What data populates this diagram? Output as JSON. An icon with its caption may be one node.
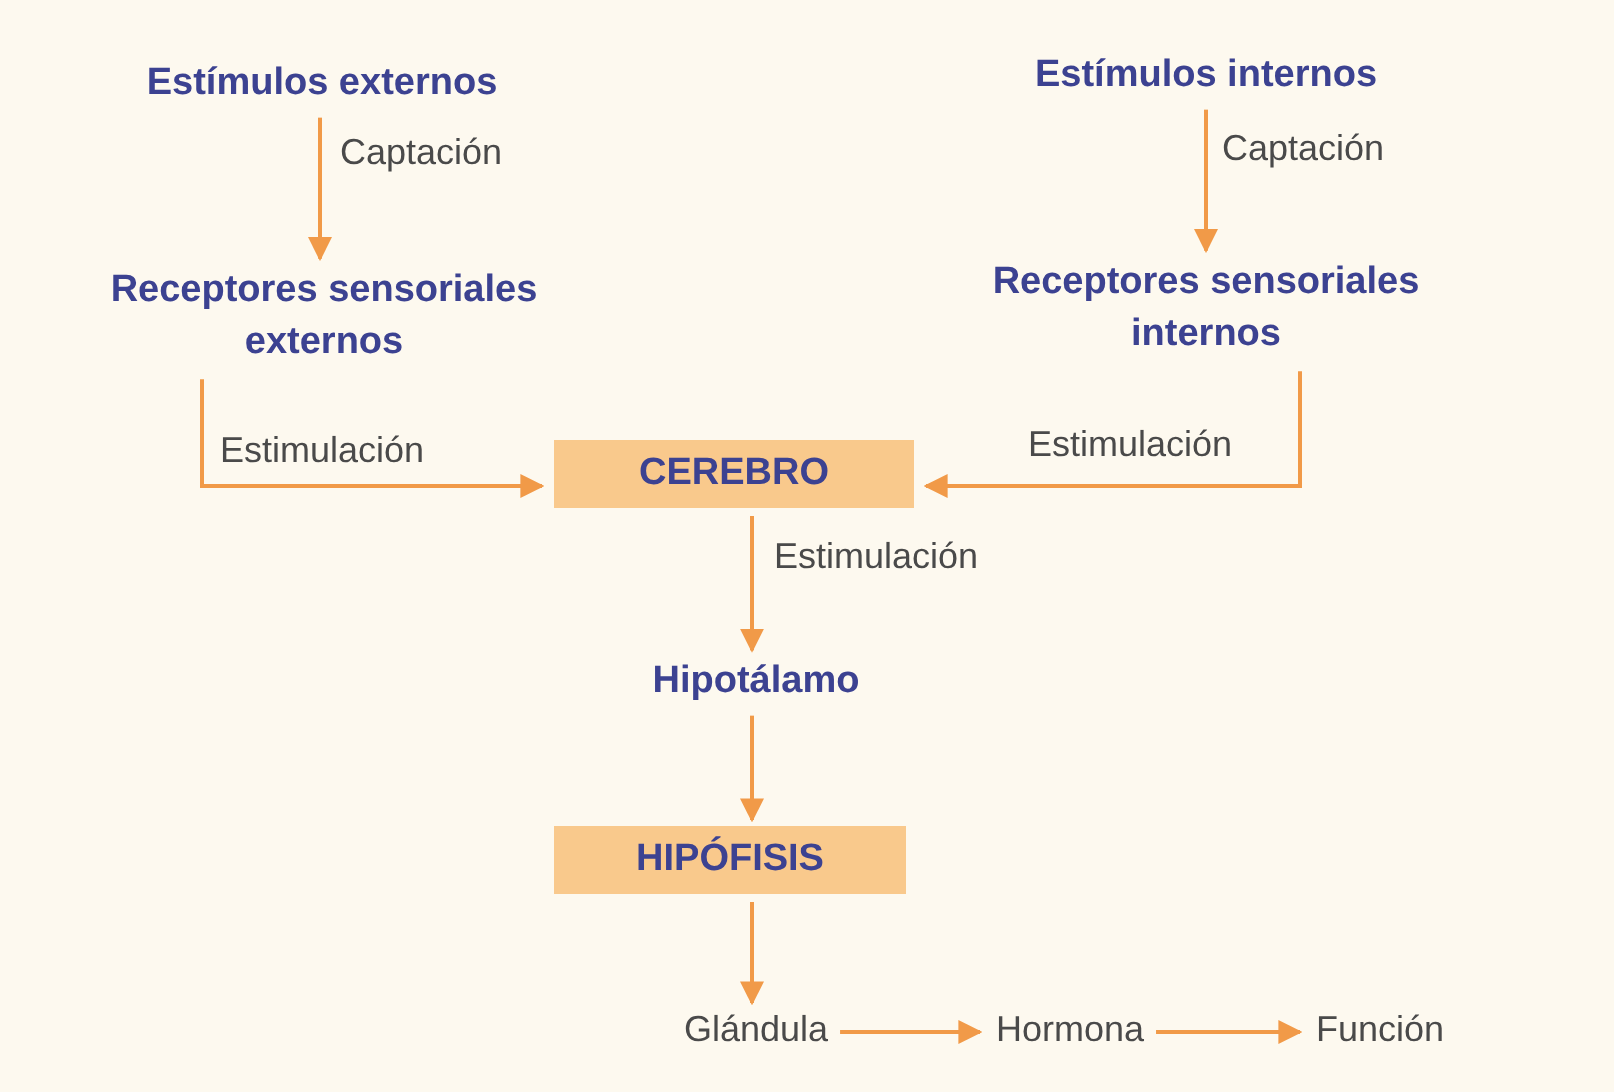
{
  "diagram": {
    "nodes": [
      {
        "text": [
          "Estímulos externos"
        ]
      },
      {
        "text": [
          "Receptores sensoriales externos"
        ]
      },
      {
        "text": [
          "Estímulos internos"
        ]
      },
      {
        "text": [
          "Receptores sensoriales internos"
        ]
      },
      {
        "text": [
          "CEREBRO"
        ]
      },
      {
        "text": [
          "Hipotálamo"
        ]
      },
      {
        "text": [
          "HIPÓFISIS"
        ]
      },
      {
        "text": [
          "Glándula"
        ]
      },
      {
        "text": [
          "Hormona"
        ]
      },
      {
        "text": [
          "Función"
        ]
      }
    ],
    "edges": [
      {
        "from": 0,
        "to": 1,
        "arrow": "to",
        "label": "Captación"
      },
      {
        "from": 2,
        "to": 3,
        "arrow": "to",
        "label": "Captación"
      },
      {
        "from": 1,
        "to": 4,
        "arrow": "to",
        "label": "Estimulación"
      },
      {
        "from": 3,
        "to": 4,
        "arrow": "to",
        "label": "Estimulación"
      },
      {
        "from": 4,
        "to": 5,
        "arrow": "to",
        "label": "Estimulación"
      },
      {
        "from": 5,
        "to": 6,
        "arrow": "to"
      },
      {
        "from": 6,
        "to": 7,
        "arrow": "to"
      },
      {
        "from": 7,
        "to": 8,
        "arrow": "to"
      },
      {
        "from": 8,
        "to": 9,
        "arrow": "to"
      }
    ]
  }
}
